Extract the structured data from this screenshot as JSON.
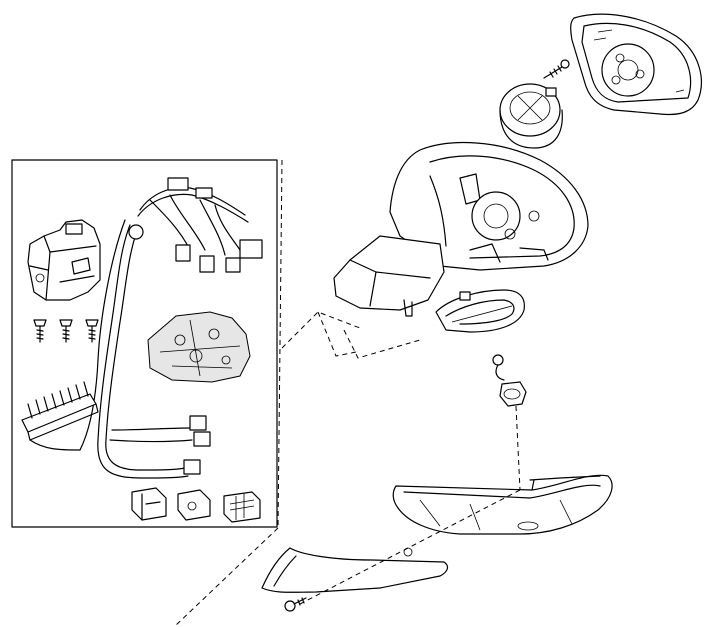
{
  "diagram": {
    "type": "exploded-parts-view",
    "parts": [
      "mirror-glass-plate",
      "mirror-actuator-motor",
      "mounting-screw",
      "mirror-housing-body",
      "turn-signal-lamp",
      "lamp-socket-harness",
      "housing-lower-cover",
      "lower-trim-cover",
      "cover-screw",
      "wire-harness-kit"
    ],
    "kit_contents": [
      "folding-motor-unit",
      "screw",
      "screw",
      "screw",
      "wire-harness",
      "circuit-board",
      "multi-pin-connector",
      "connector",
      "connector",
      "connector"
    ],
    "line_color": "#000000",
    "background": "#ffffff"
  }
}
